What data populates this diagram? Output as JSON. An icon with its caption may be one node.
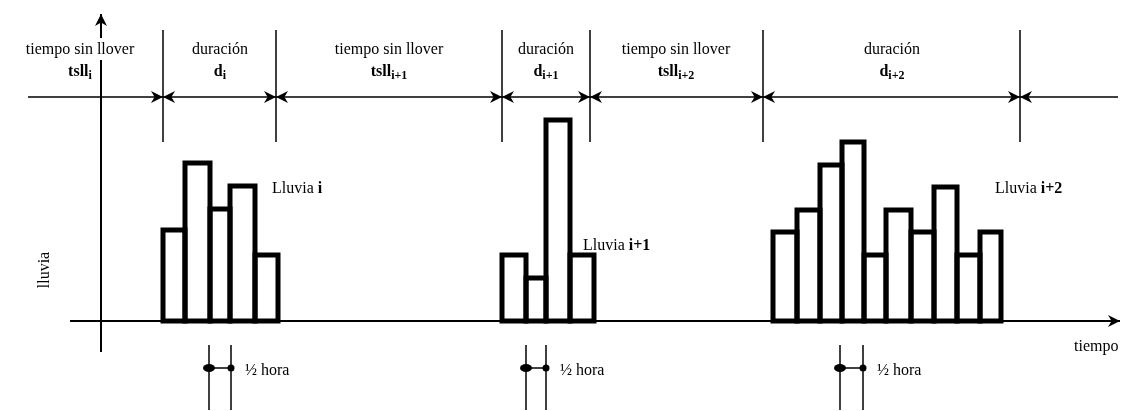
{
  "diagram": {
    "labels": [
      "tiempo sin llover",
      "tsll$_{i}$",
      "duración",
      "d$_{i}$",
      "tiempo sin llover",
      "tsll$_{i+1}$",
      "duración",
      "d$_{i+1}$",
      "tiempo sin llover",
      "tsll$_{i+2}$",
      "duración",
      "d$_{i+2}$",
      "lluvia",
      "Lluvia **i**",
      "Lluvia **i+1**",
      "Lluvia **i+2**",
      "tiempo",
      "½ hora",
      "½ hora",
      "½ hora"
    ]
  }
}
